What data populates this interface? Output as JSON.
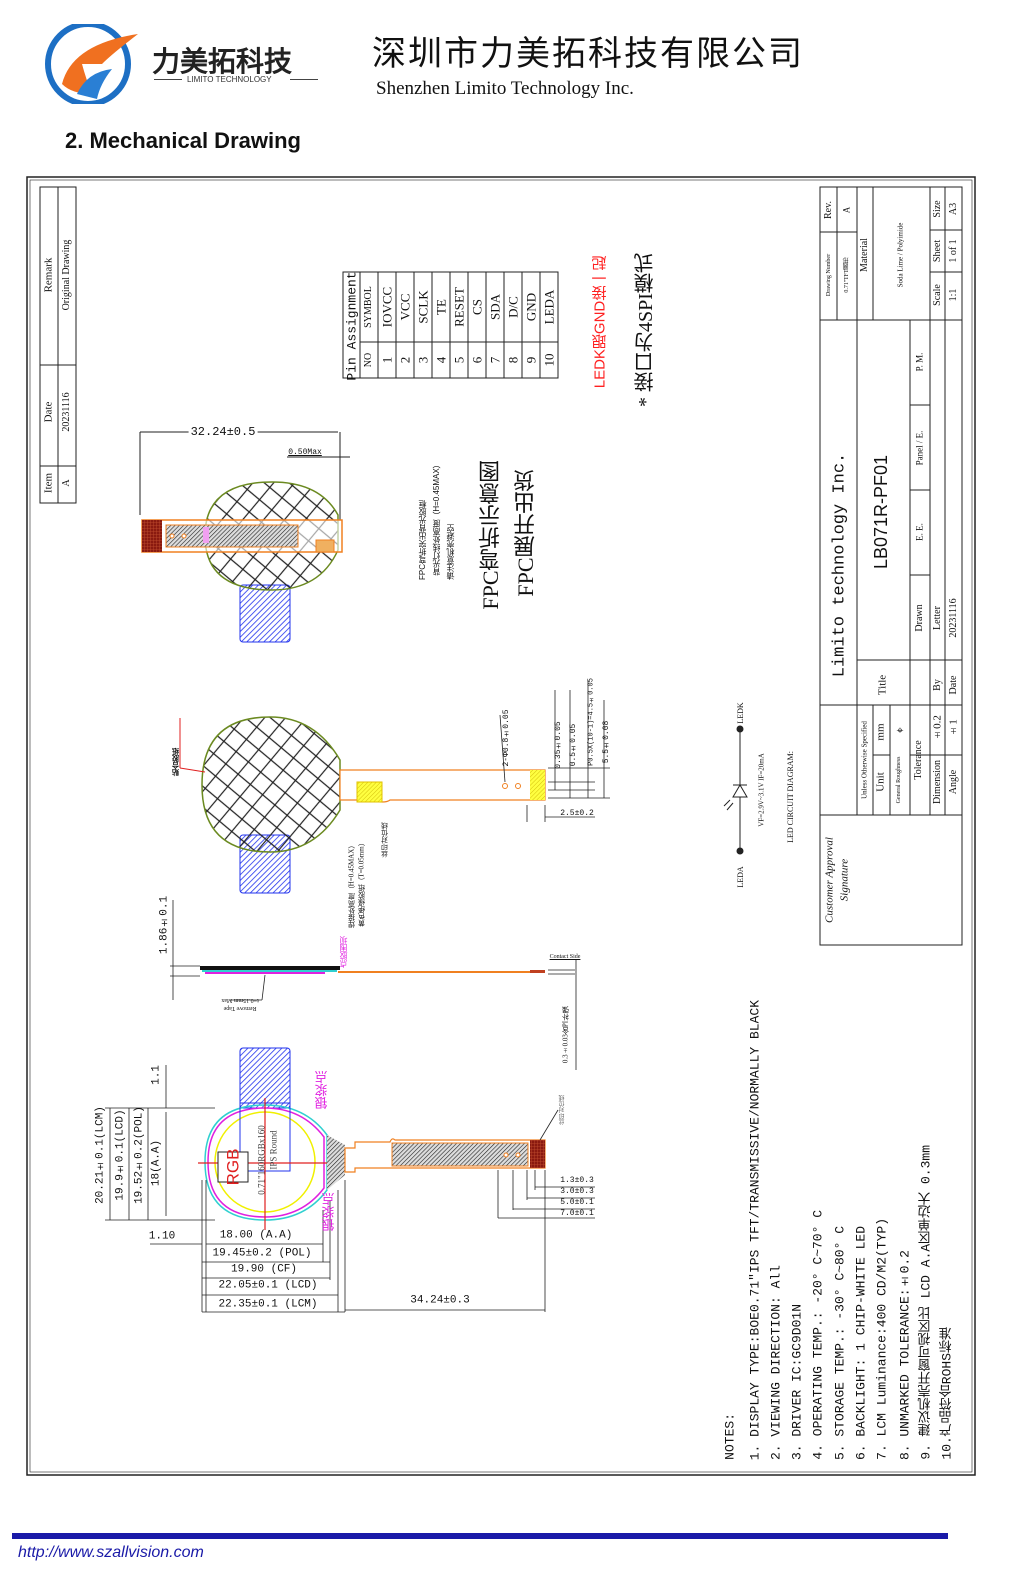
{
  "header": {
    "logo_cn": "力美拓科技",
    "logo_en": "LIMITO TECHNOLOGY",
    "company_cn": "深圳市力美拓科技有限公司",
    "company_en": "Shenzhen Limito Technology Inc.",
    "section_title": "2. Mechanical Drawing"
  },
  "revision": {
    "headers": [
      "Item",
      "Date",
      "Remark"
    ],
    "values": [
      "A",
      "20231116",
      "Original Drawing"
    ]
  },
  "title_block": {
    "company": "Limito technology Inc.",
    "title_label": "Title",
    "title": "LB071R-PF01",
    "unless": "Unless Otherwise Specified",
    "unit_label": "Unit",
    "unit": "mm",
    "roughness_label": "General Roughness",
    "tolerance_label": "Tolerance",
    "dimension_label": "Dimension",
    "dimension_tol": "±0.2",
    "angle_label": "Angle",
    "angle_tol": "±1",
    "drawn": "Drawn",
    "ee": "E. E.",
    "panel": "Panel / E.",
    "pm": "P. M.",
    "by": "By",
    "by_value": "Letter",
    "date_label": "Date",
    "date": "20231116",
    "drawing_number_label": "Drawing Number",
    "drawing_number": "0.71''TFT圆形",
    "rev_label": "Rev.",
    "rev": "A",
    "material_label": "Material",
    "material": "Soda Lime / Polyimide",
    "scale_label": "Scale",
    "scale": "1:1",
    "sheet_label": "Sheet",
    "sheet": "1 of 1",
    "size_label": "Size",
    "size": "A3",
    "customer_approval": "Customer Approval",
    "signature": "Signature"
  },
  "pin_table": {
    "title": "Pin Assignment",
    "header": {
      "no": "NO",
      "symbol": "SYMBOL"
    },
    "pins": [
      {
        "no": "1",
        "symbol": "IOVCC"
      },
      {
        "no": "2",
        "symbol": "VCC"
      },
      {
        "no": "3",
        "symbol": "SCLK"
      },
      {
        "no": "4",
        "symbol": "TE"
      },
      {
        "no": "5",
        "symbol": "RESET"
      },
      {
        "no": "6",
        "symbol": "CS"
      },
      {
        "no": "7",
        "symbol": "SDA"
      },
      {
        "no": "8",
        "symbol": "D/C"
      },
      {
        "no": "9",
        "symbol": "GND"
      },
      {
        "no": "10",
        "symbol": "LEDA"
      }
    ]
  },
  "annotations": {
    "ledk_note": "LEDK跟GND接一起",
    "spi_note": "* 接口为4SPI模式",
    "fpc_note_1": "FPC弯折突出背光胶框",
    "fpc_note_2": "背光灯线处高度（H=0.45MAX）",
    "fpc_note_3": "请注意机壳避空",
    "fpc_bend": "FPC弯折示意图",
    "fpc_ship": "FPC展开出货",
    "solder_height": "焊接处高度（H=0.45MAX）",
    "yellow_tape": "黄色绝缘胶纸（T=0.05mm）",
    "silk_align": "丝印对位线",
    "bond_tape": "贴合胶纸",
    "glue_dam": "点胶围坝",
    "silver_paste_1": "银浆点",
    "silver_paste_2": "银浆点",
    "pi_stiffener": "0.3±0.03含PI补强",
    "silk_align_2": "丝印对位线",
    "contact_side": "Contact Side",
    "remove_tape_1": "Remove  Tape",
    "remove_tape_2": "t=0.15mm Max",
    "panel_size": "0.71\"160RGBx160",
    "ips_round": "IPS Round",
    "rgb": "RGB"
  },
  "led_circuit": {
    "leda": "LEDA",
    "ledk": "LEDK",
    "spec": "VF=2.9V~3.1V   IF=20mA",
    "title": "LED CIRCUIT DIAGRAM:"
  },
  "dimensions": {
    "top_width": "32.24±0.5",
    "max_050": "0.50Max",
    "hole": "2-Φ0.8±0.05",
    "d035": "0.35±0.05",
    "d05": "0.5±0.05",
    "pitch": "P0.5X(10-1)=4.5±0.05",
    "d55": "5.5±0.08",
    "d25": "2.5±0.2",
    "thickness": "1.86±0.1",
    "lcm_h": "20.21±0.1(LCM)",
    "lcd_h": "19.9±0.1(LCD)",
    "pol_h": "19.52±0.2(POL)",
    "aa_h": "18(A.A)",
    "d11": "1.1",
    "d110": "1.10",
    "aa_w": "18.00 (A.A)",
    "pol_w": "19.45±0.2 (POL)",
    "cf_w": "19.90 (CF)",
    "lcd_w": "22.05±0.1 (LCD)",
    "lcm_w": "22.35±0.1 (LCM)",
    "fpc_len": "34.24±0.3",
    "r13": "1.3±0.3",
    "r30": "3.0±0.3",
    "r50": "5.0±0.1",
    "r70": "7.0±0.1"
  },
  "notes": {
    "title": "NOTES:",
    "items": [
      "1.  DISPLAY TYPE:BOE0.71\"IPS TFT/TRANSMISSIVE/NORMALLY BLACK",
      "2.  VIEWING DIRECTION: All",
      "3.  DRIVER IC:GC9D01N",
      "4.  OPERATING TEMP.:    -20° C~70° C",
      "5.  STORAGE TEMP.:    -30° C~80° C",
      "6.  BACKLIGHT: 1 CHIP-WHITE LED",
      "7.  LCM Luminance:400 CD/M2(TYP)",
      "8.  UNMARKED TOLERANCE:±0.2",
      "9.  建议机壳开窗可视区比 LCD A.A区单边大 0.3mm",
      "10.产品符合ROHS标准"
    ]
  },
  "footer": {
    "url": "http://www.szallvision.com",
    "bar_color": "#1a1aa8"
  }
}
